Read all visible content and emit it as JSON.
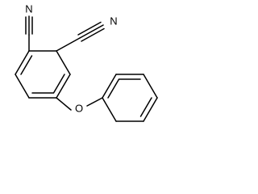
{
  "structure": {
    "atom_labels": {
      "n1": "N",
      "n2": "N",
      "o": "O"
    },
    "colors": {
      "background": "#ffffff",
      "bonds": "#000000",
      "labels": "#000000"
    }
  }
}
